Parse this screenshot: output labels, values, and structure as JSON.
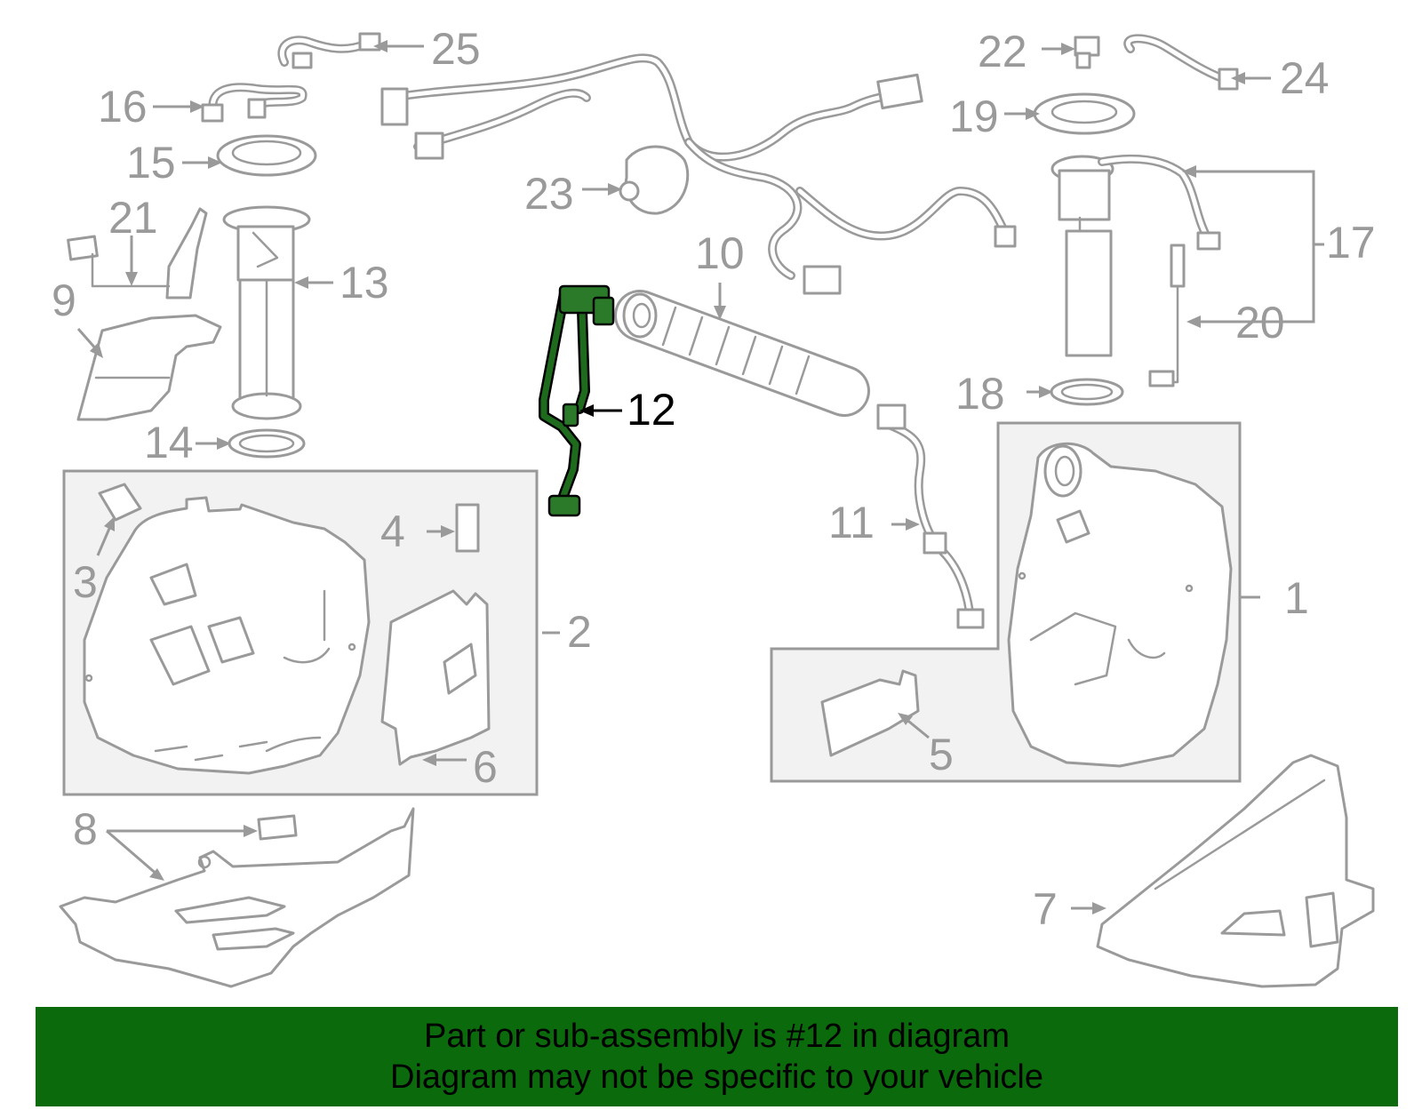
{
  "diagram": {
    "callouts": {
      "c1": "1",
      "c2": "2",
      "c3": "3",
      "c4": "4",
      "c5": "5",
      "c6": "6",
      "c7": "7",
      "c8": "8",
      "c9": "9",
      "c10": "10",
      "c11": "11",
      "c12": "12",
      "c13": "13",
      "c14": "14",
      "c15": "15",
      "c16": "16",
      "c17": "17",
      "c18": "18",
      "c19": "19",
      "c20": "20",
      "c21": "21",
      "c22": "22",
      "c23": "23",
      "c24": "24",
      "c25": "25"
    },
    "highlighted_part": "12",
    "highlight_color": "#2a7a2a",
    "line_color": "#9a9a9a"
  },
  "banner": {
    "line1": "Part or sub-assembly is #12 in diagram",
    "line2": "Diagram may not be specific to your vehicle",
    "background": "#0b6a0b"
  }
}
